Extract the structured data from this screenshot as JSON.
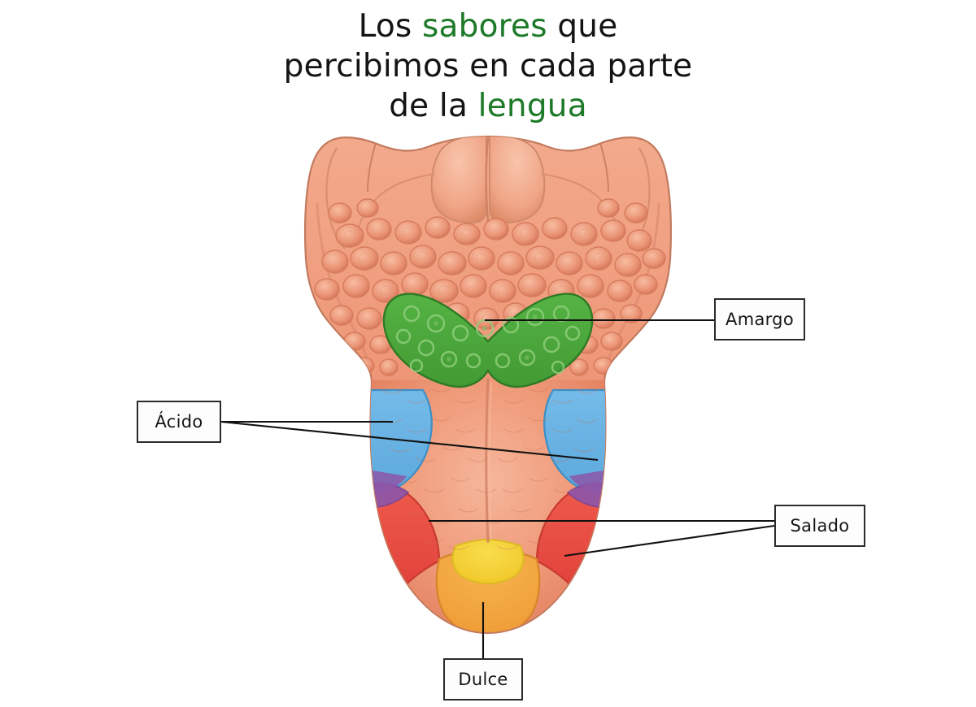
{
  "title": {
    "line1_pre": "Los ",
    "line1_hl": "sabores",
    "line1_post": " que",
    "line2": "percibimos en cada parte",
    "line3_pre": "de la ",
    "line3_hl": "lengua",
    "highlight_color": "#1d7a28",
    "text_color": "#141414"
  },
  "diagram": {
    "subject": "human-tongue-dorsal-view",
    "background_color": "#ffffff",
    "flesh_color": "#ec9272",
    "flesh_shadow_color": "#d97a5c",
    "outline_color": "#b36a50"
  },
  "zones": [
    {
      "id": "amargo",
      "label": "Amargo",
      "color": "#4ca83c",
      "region": "posterior-v-shaped-circumvallate-papillae",
      "side": "right"
    },
    {
      "id": "acido",
      "label": "Ácido",
      "color": "#6cb4e4",
      "region": "lateral-posterior-both-sides",
      "side": "left"
    },
    {
      "id": "salado",
      "label": "Salado",
      "color": "#ea4a3d",
      "region": "lateral-anterior-both-sides",
      "side": "right"
    },
    {
      "id": "dulce",
      "label": "Dulce",
      "color": "#f0a33c",
      "inner_color": "#f2cc30",
      "region": "tip-of-tongue",
      "side": "bottom"
    },
    {
      "id": "overlap",
      "label": "",
      "color": "#8d56a8",
      "region": "acido-salado-overlap",
      "side": "both"
    }
  ],
  "connectors": [
    {
      "id": "amargo-leader",
      "from_zone": "amargo",
      "to_label": "Amargo"
    },
    {
      "id": "acido-leader-left",
      "from_zone": "acido",
      "to_label": "Ácido"
    },
    {
      "id": "acido-leader-right",
      "from_zone": "acido",
      "to_label": "Ácido"
    },
    {
      "id": "salado-leader-left",
      "from_zone": "salado",
      "to_label": "Salado"
    },
    {
      "id": "salado-leader-right",
      "from_zone": "salado",
      "to_label": "Salado"
    },
    {
      "id": "dulce-leader",
      "from_zone": "dulce",
      "to_label": "Dulce"
    }
  ]
}
